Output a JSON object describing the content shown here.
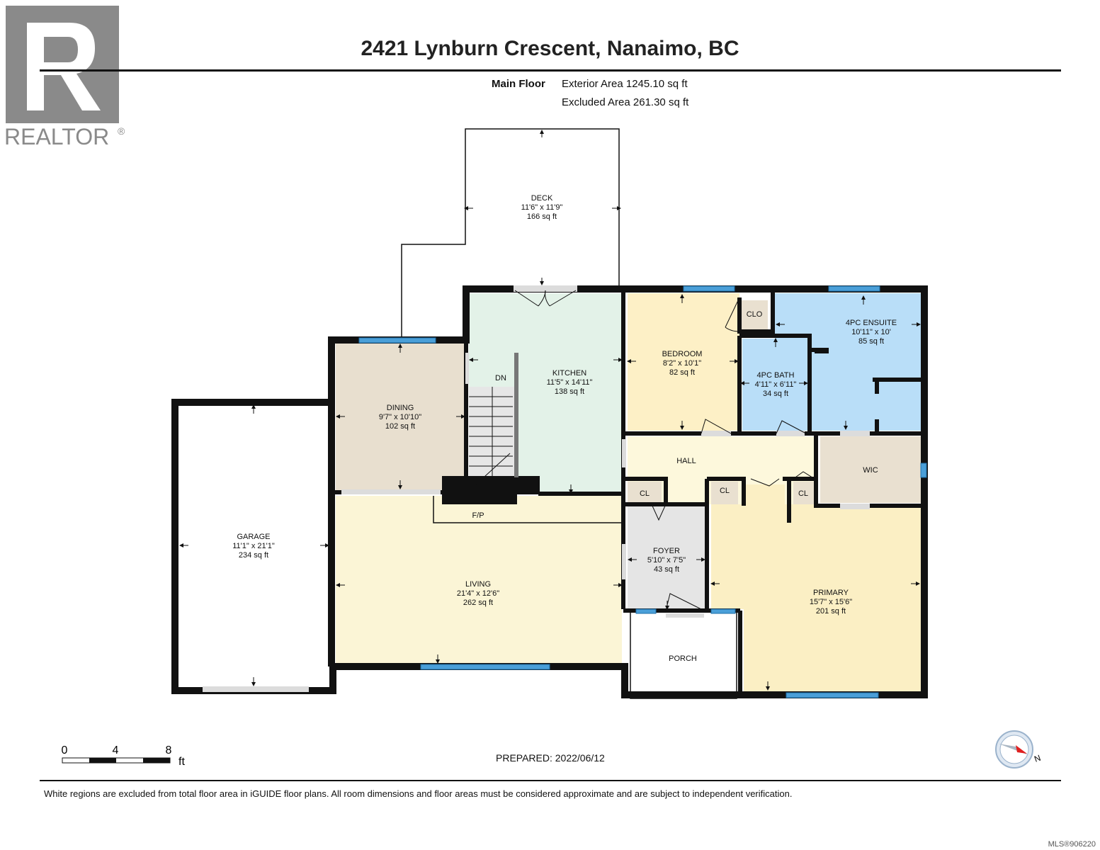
{
  "header": {
    "title": "2421 Lynburn Crescent, Nanaimo, BC",
    "floor_label": "Main Floor",
    "exterior_area": "Exterior Area 1245.10 sq ft",
    "excluded_area": "Excluded Area 261.30 sq ft"
  },
  "logo": {
    "text": "REALTOR",
    "mark": "®"
  },
  "rooms": {
    "deck": {
      "name": "DECK",
      "dims": "11'6\" x 11'9\"",
      "area": "166 sq ft"
    },
    "dining": {
      "name": "DINING",
      "dims": "9'7\" x 10'10\"",
      "area": "102 sq ft"
    },
    "kitchen": {
      "name": "KITCHEN",
      "dims": "11'5\" x 14'11\"",
      "area": "138 sq ft"
    },
    "bedroom": {
      "name": "BEDROOM",
      "dims": "8'2\" x 10'1\"",
      "area": "82 sq ft"
    },
    "ensuite": {
      "name": "4PC ENSUITE",
      "dims": "10'11\" x 10'",
      "area": "85 sq ft"
    },
    "bath": {
      "name": "4PC BATH",
      "dims": "4'11\" x 6'11\"",
      "area": "34 sq ft"
    },
    "garage": {
      "name": "GARAGE",
      "dims": "11'1\" x 21'1\"",
      "area": "234 sq ft"
    },
    "living": {
      "name": "LIVING",
      "dims": "21'4\" x 12'6\"",
      "area": "262 sq ft"
    },
    "foyer": {
      "name": "FOYER",
      "dims": "5'10\" x 7'5\"",
      "area": "43 sq ft"
    },
    "primary": {
      "name": "PRIMARY",
      "dims": "15'7\" x 15'6\"",
      "area": "201 sq ft"
    },
    "hall": {
      "name": "HALL"
    },
    "wic": {
      "name": "WIC"
    },
    "porch": {
      "name": "PORCH"
    },
    "clo": {
      "name": "CLO"
    },
    "cl1": {
      "name": "CL"
    },
    "cl2": {
      "name": "CL"
    },
    "cl3": {
      "name": "CL"
    },
    "stairs": {
      "name": "DN"
    },
    "fireplace": {
      "name": "F/P"
    }
  },
  "scale_bar": {
    "labels": [
      "0",
      "4",
      "8"
    ],
    "unit": "ft"
  },
  "compass": {
    "direction": "N"
  },
  "footer": {
    "prepared": "PREPARED: 2022/06/12",
    "disclaimer": "White regions are excluded from total floor area in iGUIDE floor plans. All room dimensions and floor areas must be considered approximate and are subject to independent verification.",
    "mls": "MLS®906220"
  },
  "colors": {
    "wall": "#111111",
    "window": "#4a9fd8",
    "garage_fill": "#ffffff",
    "dining_fill": "#e8dfcf",
    "kitchen_fill": "#e3f2e8",
    "bedroom_fill": "#fdf0c6",
    "bath_fill": "#b9def8",
    "hall_fill": "#fdf8dc",
    "living_fill": "#fbf5d6",
    "foyer_fill": "#e5e5e5",
    "primary_fill": "#fbefc4",
    "wic_fill": "#e9e0d0",
    "closet_fill": "#e9e0d0",
    "stairs_fill": "#e6e6e6"
  }
}
